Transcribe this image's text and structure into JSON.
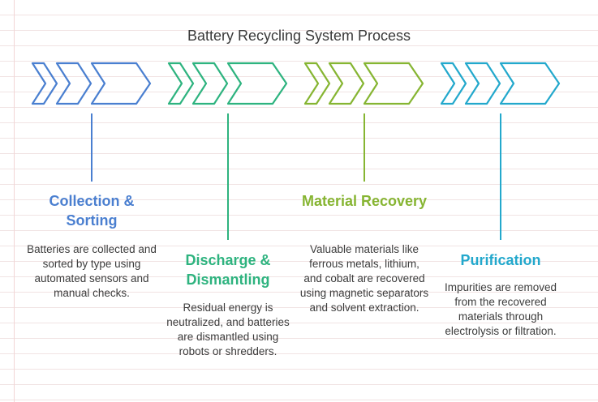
{
  "title": "Battery Recycling System Process",
  "stages": [
    {
      "title": "Collection & Sorting",
      "description": "Batteries are collected and sorted by type using automated sensors and manual checks.",
      "color": "#4a7fd0"
    },
    {
      "title": "Discharge & Dismantling",
      "description": "Residual energy is neutralized, and batteries are dismantled using robots or shredders.",
      "color": "#2eb37f"
    },
    {
      "title": "Material Recovery",
      "description": "Valuable materials like ferrous metals, lithium, and cobalt are recovered using magnetic separators and solvent extraction.",
      "color": "#86b532"
    },
    {
      "title": "Purification",
      "description": "Impurities are removed from the recovered materials through electrolysis or filtration.",
      "color": "#23a8cc"
    }
  ]
}
